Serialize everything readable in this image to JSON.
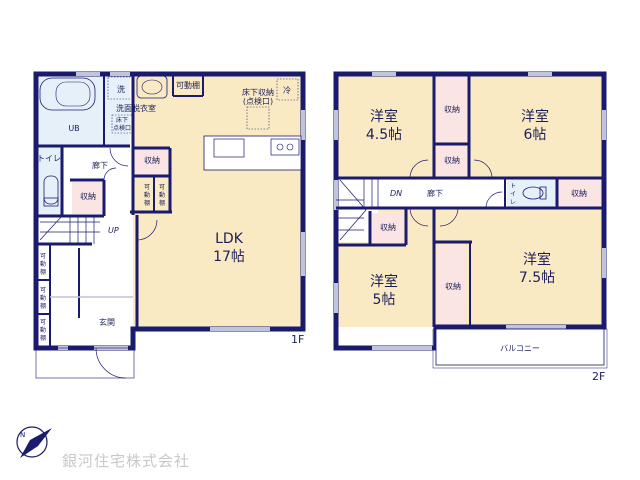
{
  "colors": {
    "wall": "#1a1a6e",
    "room_floor": "#faeac4",
    "wet_area": "#e6f0f8",
    "storage": "#fbe4e4",
    "window": "#c0c4dc",
    "text": "#1c1f5a",
    "company_text": "#c8c8c8"
  },
  "floor1": {
    "label": "1F",
    "rooms": {
      "ldk": {
        "name": "LDK",
        "size": "17帖"
      },
      "ub": {
        "name": "UB"
      },
      "washroom": {
        "name": "洗面脱衣室",
        "washer": "洗",
        "inspection": [
          "床下",
          "点検口"
        ]
      },
      "toilet": {
        "name": "トイレ"
      },
      "hallway": {
        "name": "廊下"
      },
      "storage_hall": {
        "name": "収納"
      },
      "storage_toilet": {
        "name": "収納"
      },
      "entrance": {
        "name": "玄関"
      },
      "stairs_up": {
        "name": "UP"
      },
      "movable_shelf_top": {
        "name": "可動棚"
      },
      "movable_shelf_a": {
        "name": "可\n動\n棚"
      },
      "movable_shelf_b": {
        "name": "可\n動\n棚"
      },
      "movable_shelf_e1": {
        "name": "可\n動\n棚"
      },
      "movable_shelf_e2": {
        "name": "可\n動\n棚"
      },
      "movable_shelf_e3": {
        "name": "可\n動\n棚"
      },
      "underfloor": {
        "name": "床下収納",
        "sub": "(点検口)"
      },
      "fridge": {
        "name": "冷"
      }
    }
  },
  "floor2": {
    "label": "2F",
    "rooms": {
      "room_45": {
        "name": "洋室",
        "size": "4.5帖"
      },
      "room_6": {
        "name": "洋室",
        "size": "6帖"
      },
      "room_5": {
        "name": "洋室",
        "size": "5帖"
      },
      "room_75": {
        "name": "洋室",
        "size": "7.5帖"
      },
      "hallway": {
        "name": "廊下"
      },
      "stairs_down": {
        "name": "DN"
      },
      "toilet": {
        "name": "トイレ"
      },
      "storage_45a": {
        "name": "収納"
      },
      "storage_45b": {
        "name": "収納"
      },
      "storage_6": {
        "name": "収納"
      },
      "storage_5": {
        "name": "収納"
      },
      "storage_75": {
        "name": "収納"
      },
      "balcony": {
        "name": "バルコニー"
      }
    }
  },
  "footer": {
    "company": "銀河住宅株式会社",
    "logo_icon": "north-arrow-bird-logo"
  }
}
